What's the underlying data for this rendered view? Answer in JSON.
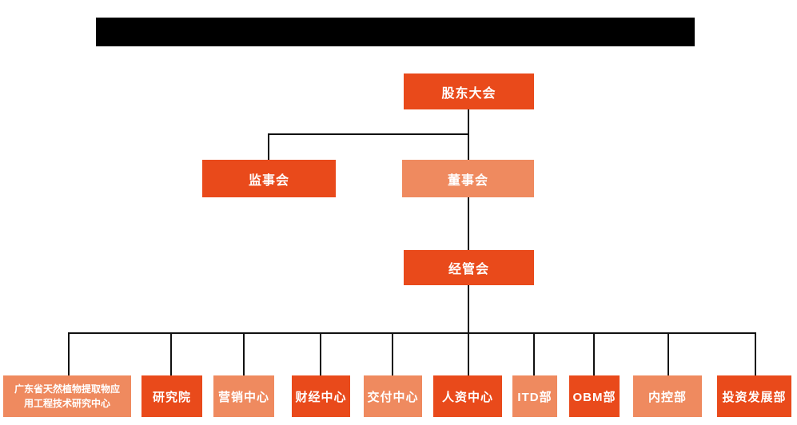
{
  "header": {
    "redacted_title_bar": true
  },
  "colors": {
    "primary": "#E94A1B",
    "secondary": "#EF8A5F",
    "connector": "#101010",
    "node_text": "#ffffff",
    "redaction": "#000000",
    "background": "#ffffff"
  },
  "org": {
    "type": "org-chart",
    "nodes": [
      {
        "id": "shareholders-meeting",
        "label": "股东大会",
        "level": 1,
        "variant": "primary",
        "parent": null
      },
      {
        "id": "supervisory-board",
        "label": "监事会",
        "level": 2,
        "variant": "primary",
        "parent": "shareholders-meeting"
      },
      {
        "id": "board-of-directors",
        "label": "董事会",
        "level": 2,
        "variant": "secondary",
        "parent": "shareholders-meeting"
      },
      {
        "id": "management-committee",
        "label": "经管会",
        "level": 3,
        "variant": "primary",
        "parent": "board-of-directors"
      },
      {
        "id": "gd-research-center",
        "label": "广东省天然植物提取物应用工程技术研究中心",
        "level": 4,
        "variant": "secondary",
        "parent": "management-committee"
      },
      {
        "id": "research-institute",
        "label": "研究院",
        "level": 4,
        "variant": "primary",
        "parent": "management-committee"
      },
      {
        "id": "marketing-center",
        "label": "营销中心",
        "level": 4,
        "variant": "secondary",
        "parent": "management-committee"
      },
      {
        "id": "finance-center",
        "label": "财经中心",
        "level": 4,
        "variant": "primary",
        "parent": "management-committee"
      },
      {
        "id": "delivery-center",
        "label": "交付中心",
        "level": 4,
        "variant": "secondary",
        "parent": "management-committee"
      },
      {
        "id": "hr-center",
        "label": "人资中心",
        "level": 4,
        "variant": "primary",
        "parent": "management-committee"
      },
      {
        "id": "itd-dept",
        "label": "ITD部",
        "level": 4,
        "variant": "secondary",
        "parent": "management-committee"
      },
      {
        "id": "obm-dept",
        "label": "OBM部",
        "level": 4,
        "variant": "primary",
        "parent": "management-committee"
      },
      {
        "id": "internal-control-dept",
        "label": "内控部",
        "level": 4,
        "variant": "secondary",
        "parent": "management-committee"
      },
      {
        "id": "investment-development-dept",
        "label": "投资发展部",
        "level": 4,
        "variant": "primary",
        "parent": "management-committee"
      }
    ]
  }
}
